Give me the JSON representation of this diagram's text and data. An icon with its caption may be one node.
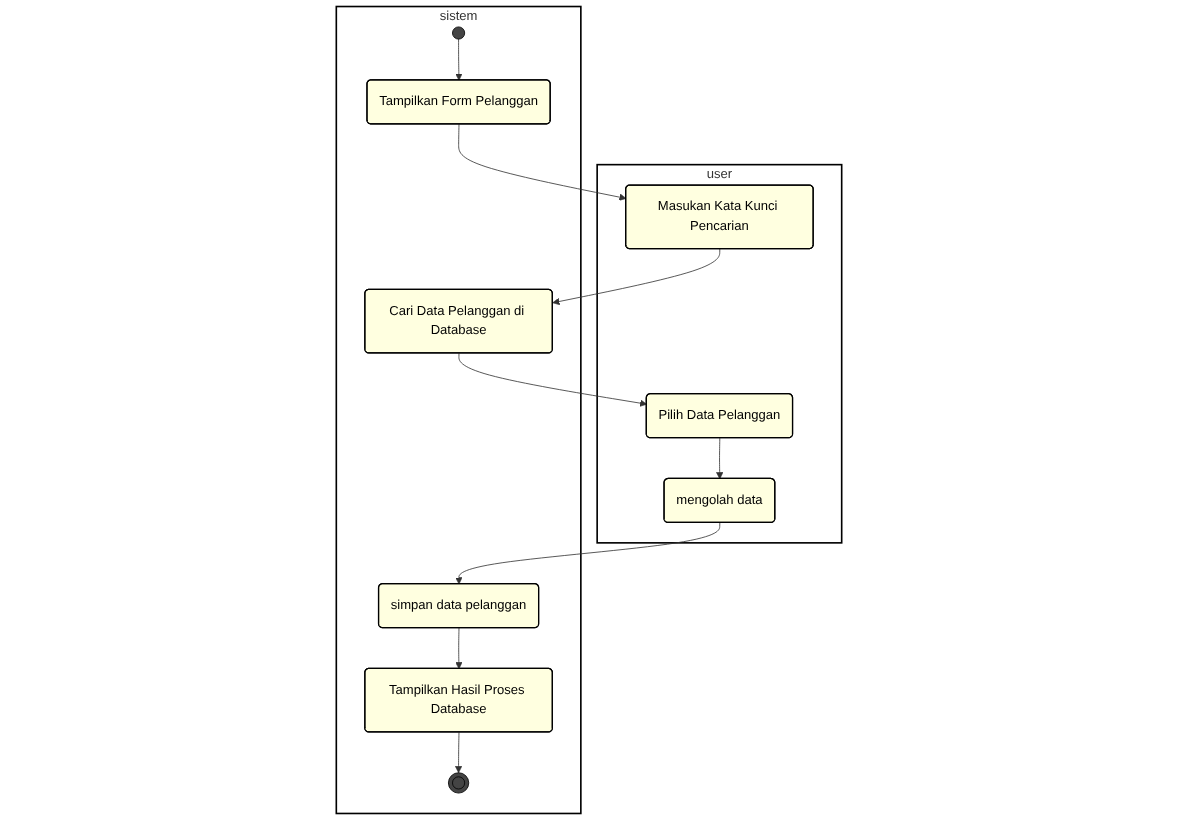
{
  "diagram": {
    "nodes": [
      {
        "text": [
          "user"
        ]
      },
      {
        "text": [
          "sistem"
        ]
      },
      {
        "text": [],
        "shape": "circle",
        "in": 1
      },
      {
        "text": [
          "Tampilkan Form Pelanggan"
        ],
        "in": 1
      },
      {
        "text": [
          "Masukan Kata Kunci Pencarian"
        ],
        "in": 0
      },
      {
        "text": [
          "Cari Data Pelanggan di Database"
        ],
        "in": 1
      },
      {
        "text": [
          "Pilih Data Pelanggan"
        ],
        "in": 0
      },
      {
        "text": [
          "mengolah data"
        ],
        "in": 0
      },
      {
        "text": [
          "simpan data pelanggan"
        ],
        "in": 1
      },
      {
        "text": [
          "Tampilkan Hasil Proses Database"
        ],
        "in": 1
      },
      {
        "text": [],
        "shape": "circle",
        "in": 1
      }
    ],
    "edges": [
      {
        "from": 2,
        "to": 3,
        "arrow": "to"
      },
      {
        "from": 3,
        "to": 4,
        "arrow": "to"
      },
      {
        "from": 4,
        "to": 5,
        "arrow": "to"
      },
      {
        "from": 5,
        "to": 6,
        "arrow": "to"
      },
      {
        "from": 6,
        "to": 7,
        "arrow": "to"
      },
      {
        "from": 7,
        "to": 8,
        "arrow": "to"
      },
      {
        "from": 8,
        "to": 9,
        "arrow": "to"
      },
      {
        "from": 9,
        "to": 10,
        "arrow": "to"
      }
    ]
  }
}
